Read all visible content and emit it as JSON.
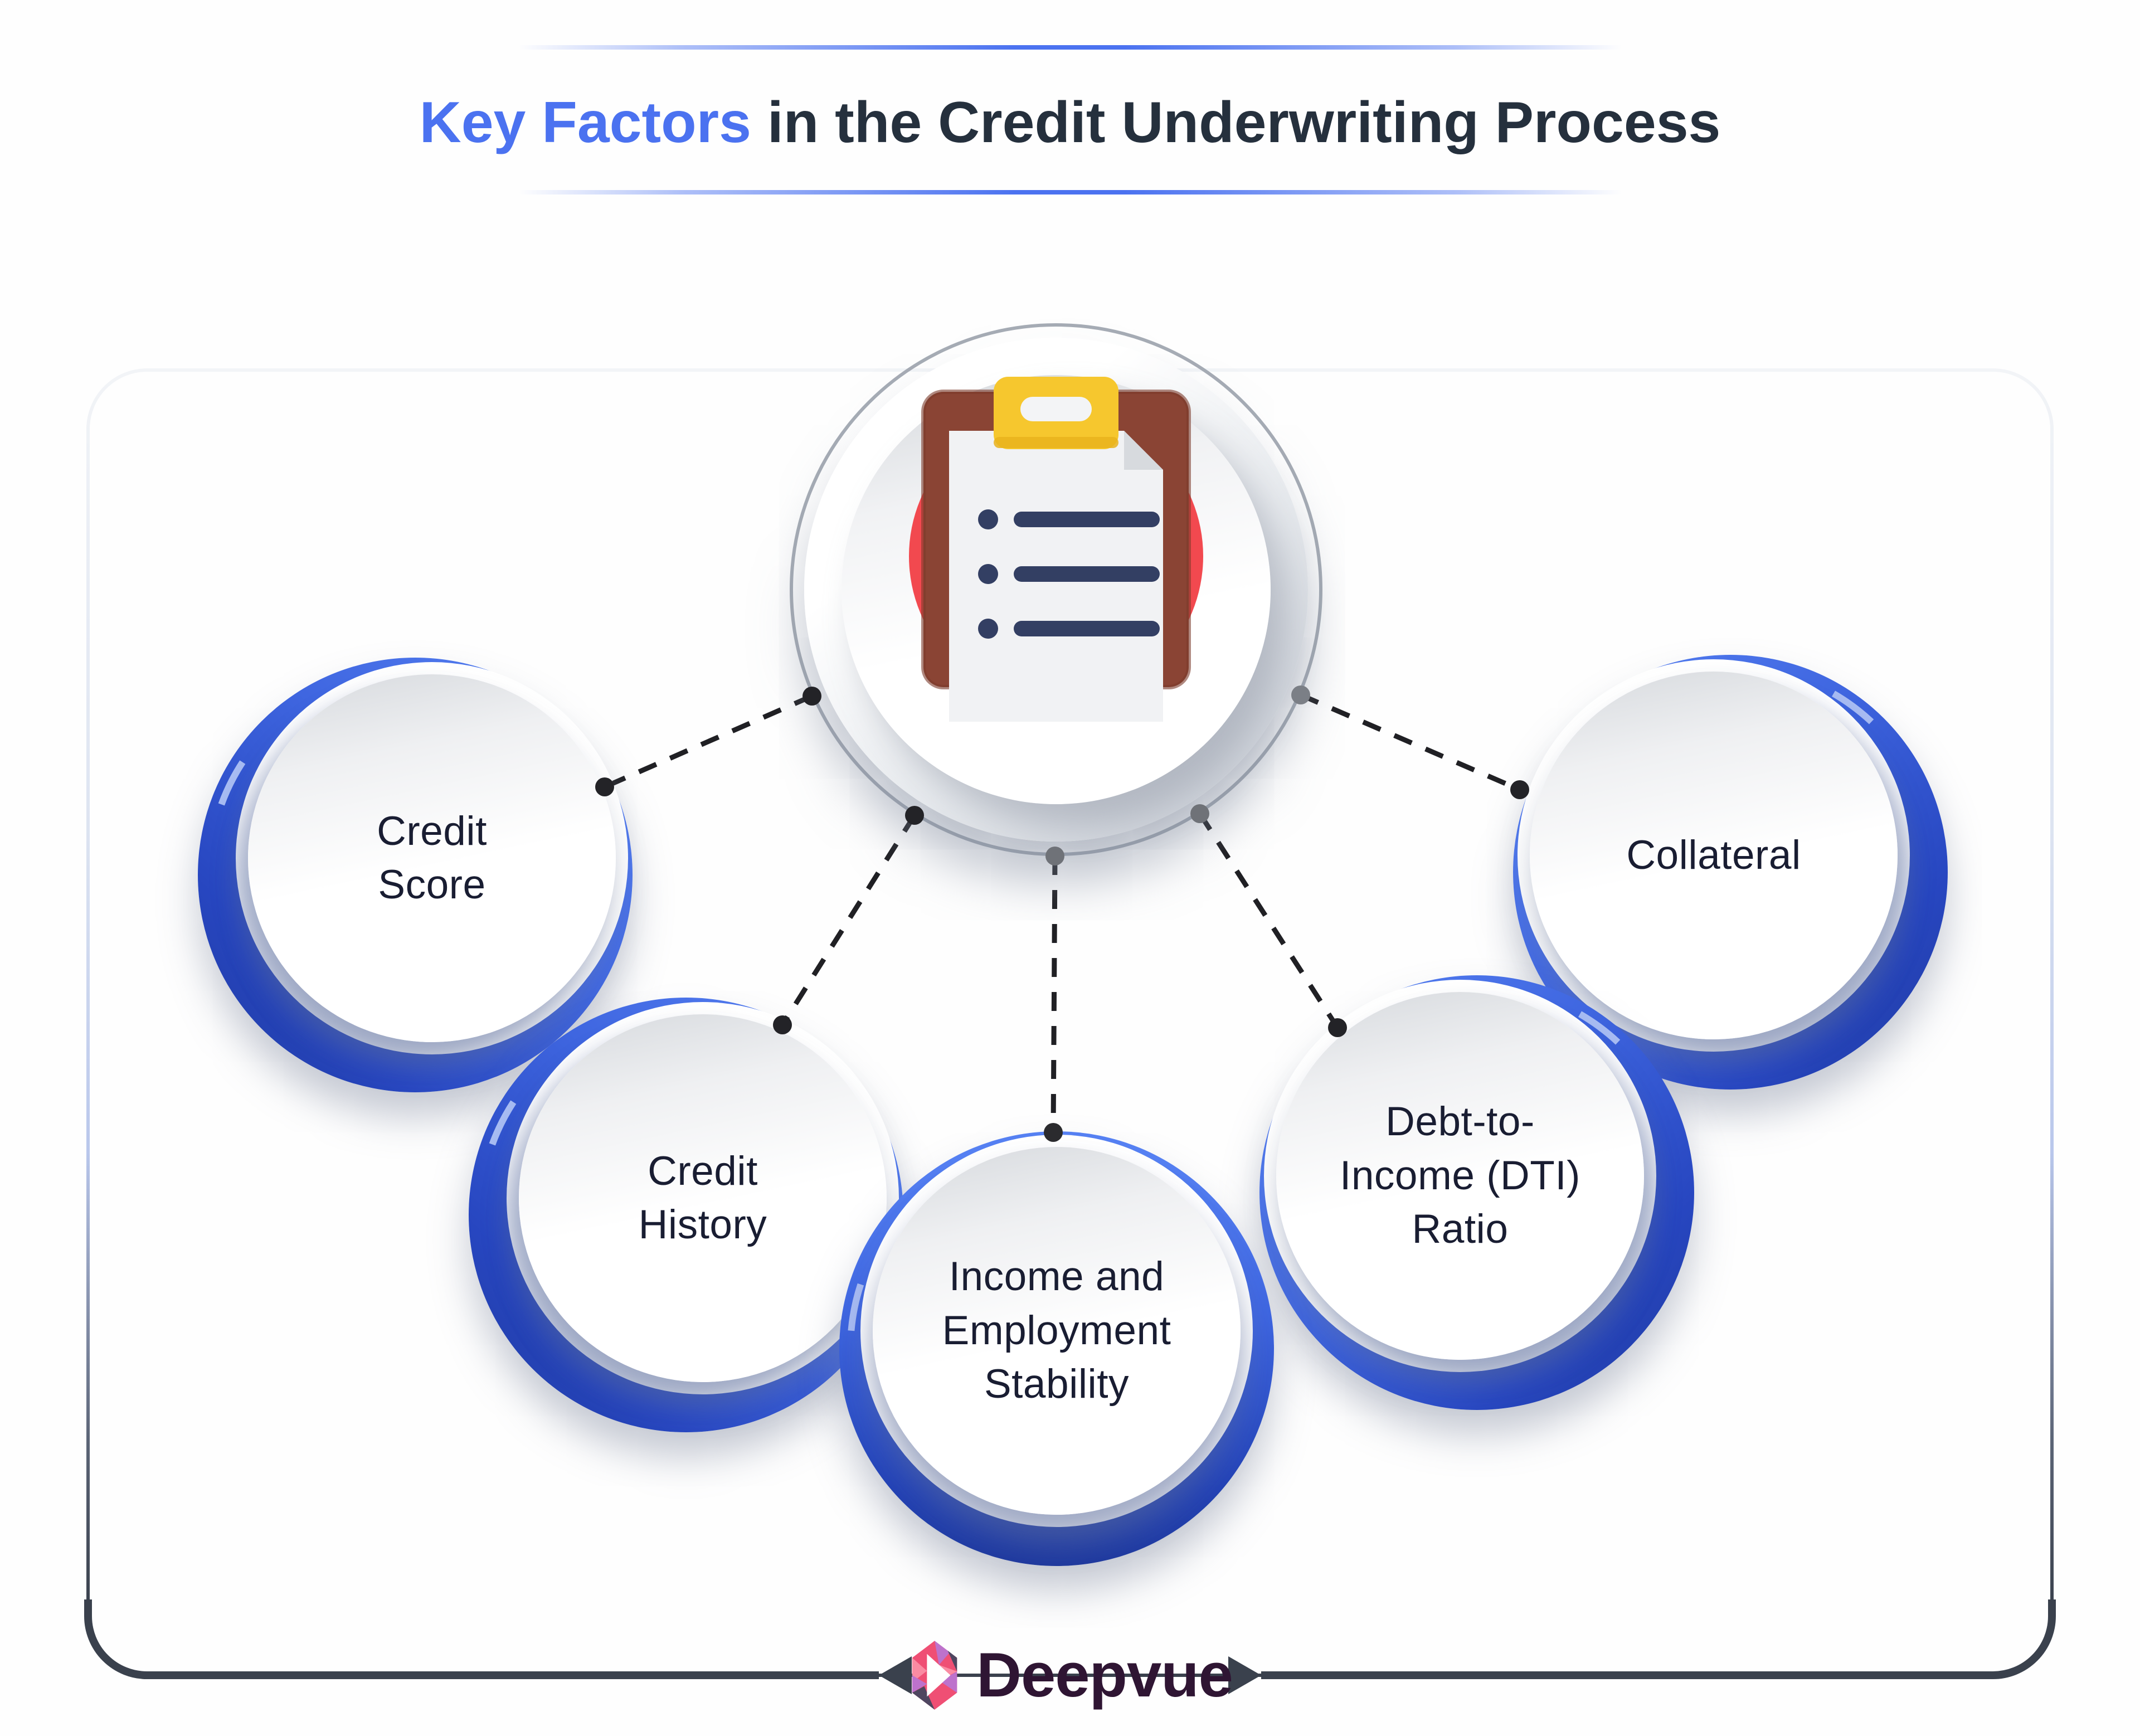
{
  "title": {
    "highlight": "Key Factors",
    "rest": " in the Credit Underwriting Process"
  },
  "factors": [
    {
      "id": "credit-score",
      "label": "Credit\nScore"
    },
    {
      "id": "credit-history",
      "label": "Credit\nHistory"
    },
    {
      "id": "income-employment-stability",
      "label": "Income and\nEmployment\nStability"
    },
    {
      "id": "dti-ratio",
      "label": "Debt-to-\nIncome (DTI)\nRatio"
    },
    {
      "id": "collateral",
      "label": "Collateral"
    }
  ],
  "center": {
    "icon": "clipboard-checklist-icon"
  },
  "logo": {
    "brand": "Deepvue",
    "icon": "deepvue-gem-icon"
  },
  "colors": {
    "accent_blue": "#4b72f0",
    "ring_blue": "#4a74ea",
    "ring_deep_blue": "#2443b6",
    "title_dark": "#25303d",
    "label_dark": "#191d32",
    "red_badge": "#f2494f",
    "clip_brown": "#8a4434",
    "clip_yellow": "#f6c72e",
    "paper_white": "#f1f2f4",
    "list_navy": "#333f63",
    "line_dark": "#3a414d",
    "logo_plum": "#2f1533",
    "dot_black": "#232327",
    "dot_gray": "#6f7278"
  }
}
